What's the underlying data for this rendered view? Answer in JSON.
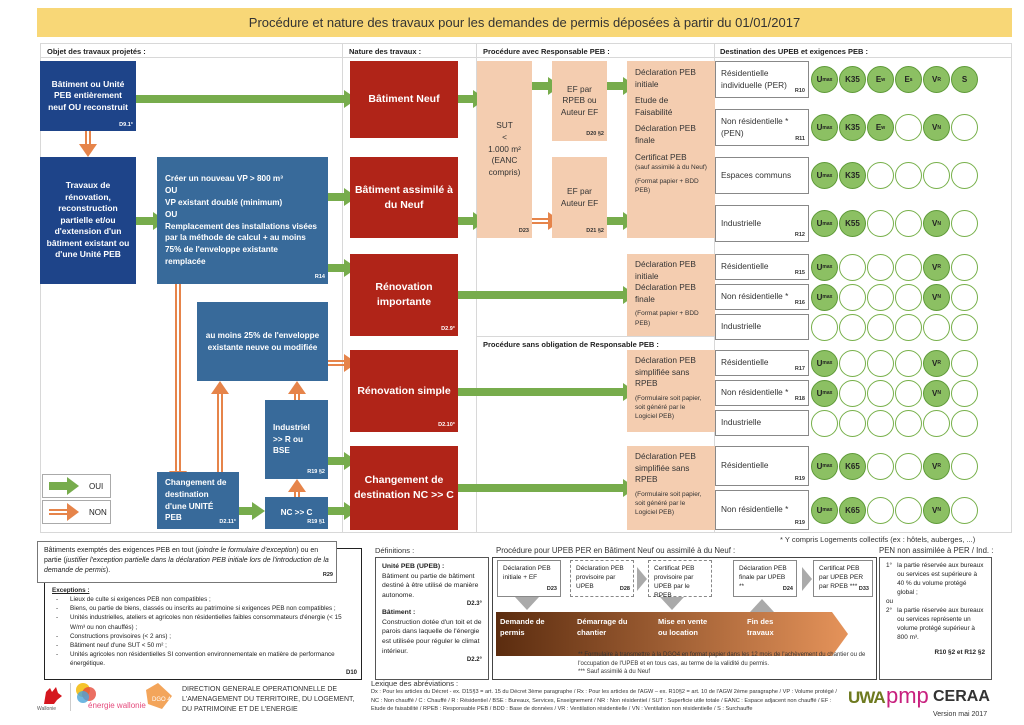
{
  "title": "Procédure et nature des travaux pour les demandes de permis déposées à partir du 01/01/2017",
  "sections": {
    "objet": "Objet des travaux projetés :",
    "nature": "Nature des travaux :",
    "procedure_rpeb": "Procédure avec Responsable PEB :",
    "procedure_sans": "Procédure sans obligation de Responsable PEB :",
    "destination": "Destination des UPEB et exigences PEB :"
  },
  "objet_boxes": {
    "neuf": {
      "text": "Bâtiment ou Unité PEB entièrement neuf OU reconstruit",
      "ref": "D9.1°"
    },
    "renovation": {
      "text": "Travaux de rénovation, reconstruction partielle et/ou d'extension d'un bâtiment existant ou d'une Unité PEB"
    },
    "criteres": {
      "lines": [
        "Créer un nouveau VP > 800 m³",
        "OU",
        "VP existant doublé (minimum)",
        "OU",
        "Remplacement des installations visées par la méthode de calcul + au moins 75% de l'enveloppe existante remplacée"
      ],
      "ref": "R14"
    },
    "enveloppe25": {
      "text": "au moins 25% de l'enveloppe existante neuve ou modifiée"
    },
    "industriel": {
      "text": "Industriel >> R ou BSE",
      "ref": "R19 §2"
    },
    "changement": {
      "text": "Changement de destination d'une UNITÉ PEB",
      "ref": "D2.11°"
    },
    "nc_c": {
      "text": "NC >> C",
      "ref": "R19 §1"
    }
  },
  "legend": {
    "oui": "OUI",
    "non": "NON"
  },
  "nature_boxes": [
    {
      "text": "Bâtiment Neuf",
      "ref": ""
    },
    {
      "text": "Bâtiment assimilé à du Neuf",
      "ref": ""
    },
    {
      "text": "Rénovation importante",
      "ref": "D2.9°"
    },
    {
      "text": "Rénovation simple",
      "ref": "D2.10°"
    },
    {
      "text": "Changement de destination NC >> C",
      "ref": ""
    }
  ],
  "procedure": {
    "sut": {
      "lines": [
        "SUT",
        "<",
        "1.000 m²",
        "(EANC",
        "compris)"
      ],
      "ref": "D23"
    },
    "ef_rpeb": {
      "text": "EF par RPEB ou Auteur EF",
      "ref": "D20 §2"
    },
    "ef_auteur": {
      "text": "EF par Auteur EF",
      "ref": "D21 §2"
    },
    "docs_neuf": {
      "lines": [
        "Déclaration PEB initiale",
        "Etude de Faisabilité",
        "Déclaration PEB finale",
        "Certificat PEB"
      ],
      "note1": "(sauf assimilé à du Neuf)",
      "note2": "(Format papier + BDD PEB)"
    },
    "docs_renov": {
      "lines": [
        "Déclaration PEB initiale",
        "Déclaration PEB finale"
      ],
      "note": "(Format papier + BDD PEB)"
    },
    "docs_simple": {
      "text": "Déclaration PEB simplifiée sans RPEB",
      "note": "(Formulaire soit papier, soit généré par le Logiciel PEB)"
    },
    "docs_changement": {
      "text": "Déclaration PEB simplifiée sans RPEB",
      "note": "(Formulaire soit papier, soit généré par le Logiciel PEB)"
    }
  },
  "destinations": [
    {
      "label": "Résidentielle individuelle (PER)",
      "ref": "R10",
      "circles": [
        [
          "U",
          "max"
        ],
        [
          "K35",
          ""
        ],
        [
          "E",
          "w"
        ],
        [
          "E",
          "s"
        ],
        [
          "V",
          "R"
        ],
        [
          "S",
          ""
        ]
      ]
    },
    {
      "label": "Non résidentielle * (PEN)",
      "ref": "R11",
      "circles": [
        [
          "U",
          "max"
        ],
        [
          "K35",
          ""
        ],
        [
          "E",
          "w"
        ],
        null,
        [
          "V",
          "N"
        ],
        null
      ]
    },
    {
      "label": "Espaces communs",
      "ref": "",
      "circles": [
        [
          "U",
          "max"
        ],
        [
          "K35",
          ""
        ],
        null,
        null,
        null,
        null
      ]
    },
    {
      "label": "Industrielle",
      "ref": "R12",
      "circles": [
        [
          "U",
          "max"
        ],
        [
          "K55",
          ""
        ],
        null,
        null,
        [
          "V",
          "N"
        ],
        null
      ]
    },
    {
      "label": "Résidentielle",
      "ref": "R15",
      "circles": [
        [
          "U",
          "max"
        ],
        null,
        null,
        null,
        [
          "V",
          "R"
        ],
        null
      ]
    },
    {
      "label": "Non résidentielle *",
      "ref": "R16",
      "circles": [
        [
          "U",
          "max"
        ],
        null,
        null,
        null,
        [
          "V",
          "N"
        ],
        null
      ]
    },
    {
      "label": "Industrielle",
      "ref": "",
      "circles": [
        null,
        null,
        null,
        null,
        null,
        null
      ]
    },
    {
      "label": "Résidentielle",
      "ref": "R17",
      "circles": [
        [
          "U",
          "max"
        ],
        null,
        null,
        null,
        [
          "V",
          "R"
        ],
        null
      ]
    },
    {
      "label": "Non résidentielle *",
      "ref": "R18",
      "circles": [
        [
          "U",
          "max"
        ],
        null,
        null,
        null,
        [
          "V",
          "N"
        ],
        null
      ]
    },
    {
      "label": "Industrielle",
      "ref": "",
      "circles": [
        null,
        null,
        null,
        null,
        null,
        null
      ]
    },
    {
      "label": "Résidentielle",
      "ref": "R19",
      "circles": [
        [
          "U",
          "max"
        ],
        [
          "K65",
          ""
        ],
        null,
        null,
        [
          "V",
          "R"
        ],
        null
      ]
    },
    {
      "label": "Non résidentielle *",
      "ref": "R19",
      "circles": [
        [
          "U",
          "max"
        ],
        [
          "K65",
          ""
        ],
        null,
        null,
        [
          "V",
          "N"
        ],
        null
      ]
    }
  ],
  "footnote_collectifs": "* Y compris Logements collectifs (ex : hôtels, auberges, ...)",
  "exemptions": {
    "intro_a": "Bâtiments exemptés des exigences PEB en tout (",
    "intro_b": "joindre le formulaire d'exception",
    "intro_c": ") ou en partie (",
    "intro_d": "justifier l'exception partielle dans la déclaration PEB initiale lors de l'introduction de la demande de permis",
    "intro_e": ").",
    "ref": "R29",
    "heading": "Exceptions :",
    "items": [
      "Lieux de culte si exigences PEB non compatibles ;",
      "Biens, ou partie de biens, classés ou inscrits au patrimoine si exigences PEB non compatibles ;",
      "Unités industrielles, ateliers et agricoles non résidentielles faibles consommateurs d'énergie (< 15 W/m³ ou non chauffés) ;",
      "Constructions provisoires (< 2 ans) ;",
      "Bâtiment neuf d'une SUT < 50 m² ;",
      "Unités agricoles non résidentielles SI convention environnementale en matière de performance énergétique."
    ],
    "ref2": "D10"
  },
  "definitions": {
    "title": "Définitions :",
    "upeb_title": "Unité PEB (UPEB) :",
    "upeb_text": "Bâtiment ou partie de bâtiment destiné à être utilisé de manière autonome.",
    "upeb_ref": "D2.3°",
    "bat_title": "Bâtiment :",
    "bat_text": "Construction dotée d'un toit et de parois dans laquelle de l'énergie est utilisée pour réguler le climat intérieur.",
    "bat_ref": "D2.2°"
  },
  "timeline": {
    "title": "Procédure pour UPEB PER en Bâtiment Neuf ou assimilé à du Neuf :",
    "steps": [
      {
        "text": "Déclaration PEB initiale + EF",
        "ref": "D23"
      },
      {
        "text": "Déclaration PEB provisoire par UPEB",
        "ref": "D28"
      },
      {
        "text": "Certificat PEB provisoire par UPEB par le RPEB",
        "ref": ""
      },
      {
        "text": "Déclaration PEB finale par UPEB **",
        "ref": "D24"
      },
      {
        "text": "Certificat PEB par UPEB PER par RPEB ***",
        "ref": "D33"
      }
    ],
    "phases": [
      "Demande de permis",
      "Démarrage du chantier",
      "Mise en vente ou location",
      "Fin des travaux"
    ],
    "note1": "** Formulaire à transmettre à la DGO4 en format papier dans les 12 mois de l'achèvement du chantier ou de l'occupation de l'UPEB et en tous cas, au terme de la validité du permis.",
    "note2": "*** Sauf assimilé à du Neuf"
  },
  "pen": {
    "title": "PEN non assimilée à PER / Ind. :",
    "item1": "la partie réservée aux bureaux ou services est supérieure à 40 % du volume protégé global ;",
    "or": "ou",
    "item2": "la partie réservée aux bureaux ou services représente un volume protégé supérieur à 800 m³.",
    "n1": "1°",
    "n2": "2°",
    "ref": "R10 §2 et R12 §2"
  },
  "footer": {
    "wallonie": "Wallonie",
    "energie": "énergie wallonie",
    "dgo4": "DGO 4",
    "direction": "DIRECTION GENERALE OPERATIONNELLE DE L'AMENAGEMENT DU TERRITOIRE, DU LOGEMENT, DU PATRIMOINE ET DE L'ENERGIE",
    "lexique_title": "Lexique des abréviations :",
    "lexique": "Dx : Pour les articles du Décret - ex. D15§3 = art. 15 du Décret 3ème paragraphe / Rx : Pour les articles de l'AGW – ex. R10§2 = art. 10 de l'AGW 2ème paragraphe / VP : Volume protégé / NC : Non chauffé / C : Chauffé / R : Résidentiel / BSE : Bureaux, Services, Enseignement / NR : Non résidentiel / SUT : Superficie utile totale / EANC : Espace adjacent non chauffé / EF : Etude de faisabilité / RPEB : Responsable PEB / BDD : Base de données / VR : Ventilation résidentielle / VN : Ventilation non résidentielle / S : Surchauffe",
    "uwa": "UWA",
    "pmp": "pmp",
    "ceraa": "CERAA",
    "version": "Version mai 2017"
  },
  "colors": {
    "oui": "#77ac4c",
    "non": "#e6844a",
    "navy": "#1e4489",
    "steel": "#386a9a",
    "red": "#b02418",
    "peach": "#f4cdb0",
    "title": "#f8d777"
  }
}
